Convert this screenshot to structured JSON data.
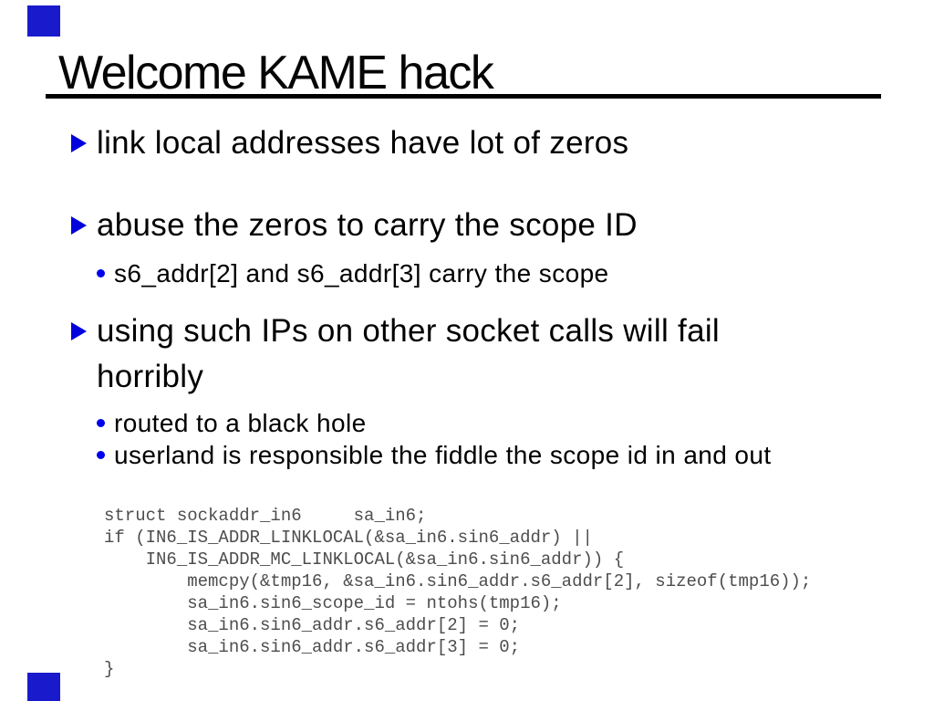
{
  "slide": {
    "title": "Welcome KAME hack",
    "bullets": [
      {
        "text": "link local addresses have lot of zeros",
        "subs": []
      },
      {
        "text": "abuse the zeros to carry the scope ID",
        "subs": [
          "s6_addr[2] and s6_addr[3] carry the scope"
        ]
      },
      {
        "text": "using such IPs on other socket calls will fail horribly",
        "subs": [
          "routed to a black hole",
          "userland is responsible the fiddle the scope id in and out"
        ]
      }
    ],
    "code": {
      "text": "struct sockaddr_in6     sa_in6;\nif (IN6_IS_ADDR_LINKLOCAL(&sa_in6.sin6_addr) ||\n    IN6_IS_ADDR_MC_LINKLOCAL(&sa_in6.sin6_addr)) {\n        memcpy(&tmp16, &sa_in6.sin6_addr.s6_addr[2], sizeof(tmp16));\n        sa_in6.sin6_scope_id = ntohs(tmp16);\n        sa_in6.sin6_addr.s6_addr[2] = 0;\n        sa_in6.sin6_addr.s6_addr[3] = 0;\n}"
    },
    "icons": {
      "bullet_level1": "triangle-right-icon",
      "bullet_level2": "dot-icon",
      "corner_marker": "blue-square"
    },
    "colors": {
      "background": "#ffffff",
      "text": "#000000",
      "title_underline": "#000000",
      "bullet_blue": "#0000dd",
      "corner_square_blue": "#1a1acd",
      "code_gray": "#4d4d4d"
    }
  }
}
